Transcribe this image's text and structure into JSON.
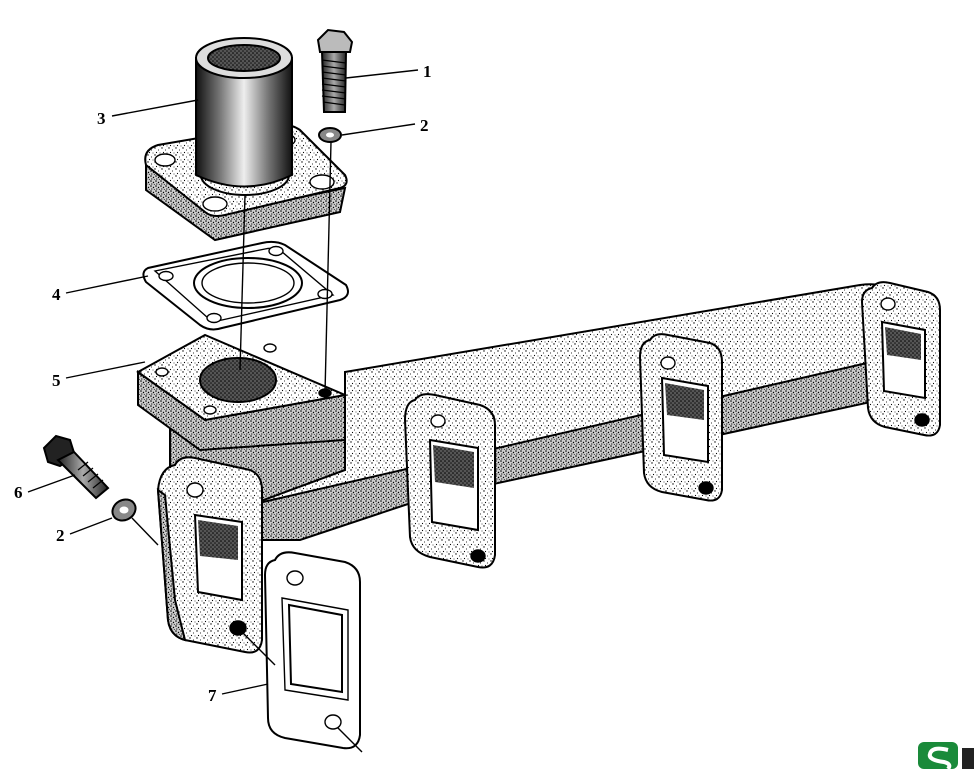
{
  "callouts": [
    {
      "id": "bolt-top",
      "number": "1"
    },
    {
      "id": "washer-top",
      "number": "2"
    },
    {
      "id": "outlet-pipe",
      "number": "3"
    },
    {
      "id": "outlet-gasket",
      "number": "4"
    },
    {
      "id": "outlet-flange",
      "number": "5"
    },
    {
      "id": "bolt-side",
      "number": "6"
    },
    {
      "id": "washer-side",
      "number": "2"
    },
    {
      "id": "port-gasket",
      "number": "7"
    }
  ],
  "colors": {
    "ink": "#000000",
    "paper": "#ffffff",
    "logo": "#1a8a3a"
  }
}
